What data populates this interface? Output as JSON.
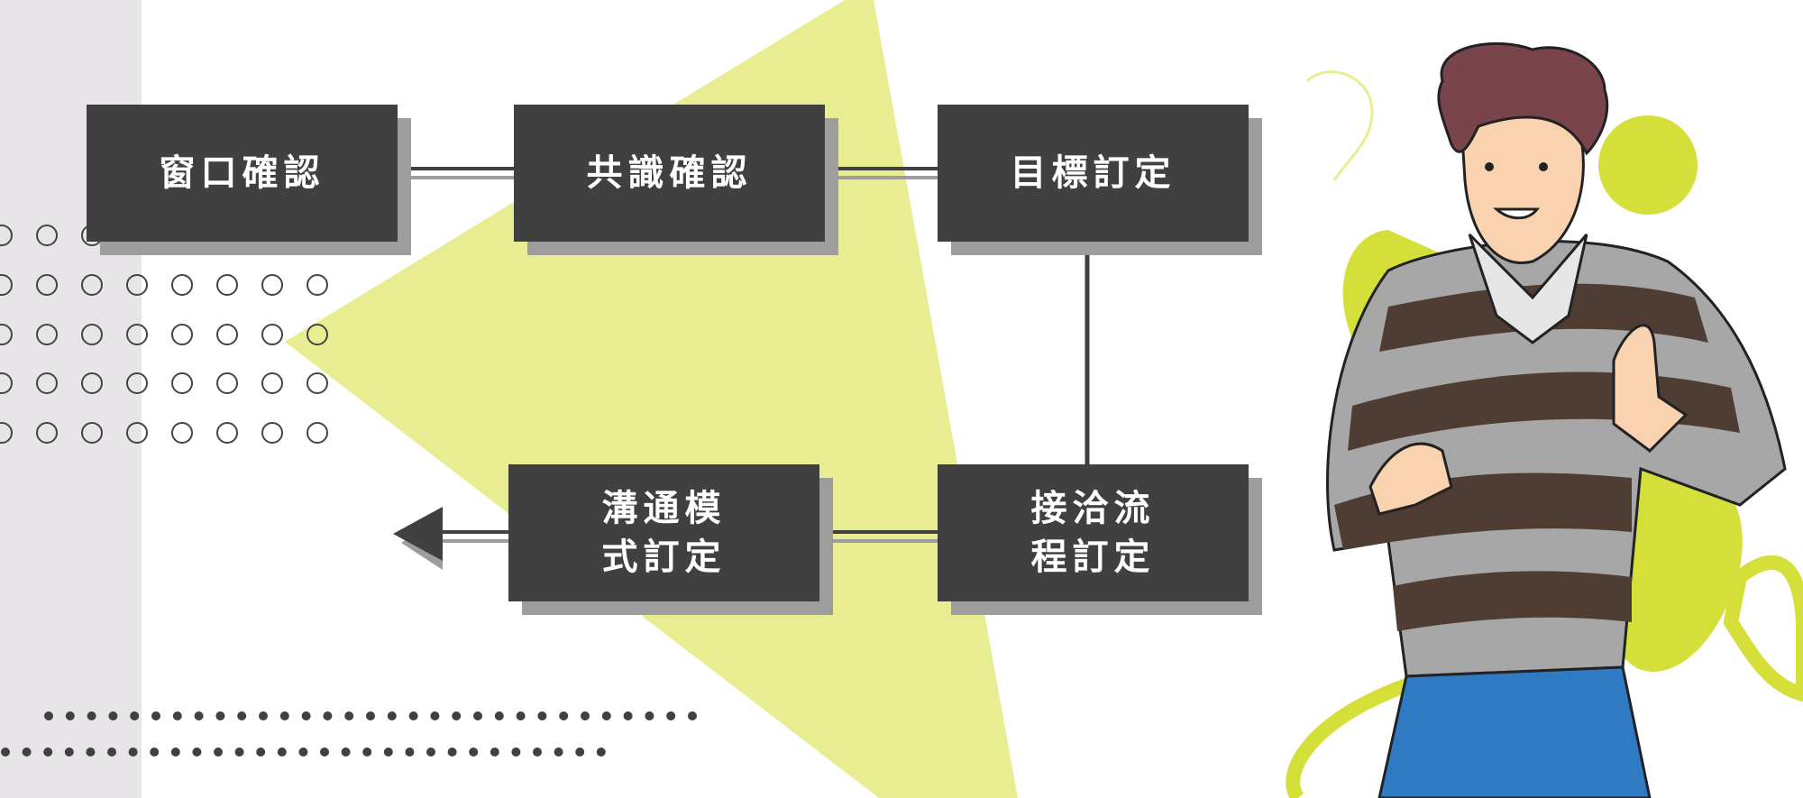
{
  "steps": [
    {
      "id": "window-confirm",
      "lines": [
        "窗口確認"
      ]
    },
    {
      "id": "consensus-confirm",
      "lines": [
        "共識確認"
      ]
    },
    {
      "id": "goal-setting",
      "lines": [
        "目標訂定"
      ]
    },
    {
      "id": "contact-process",
      "lines": [
        "接洽流",
        "程訂定"
      ]
    },
    {
      "id": "communication-mode",
      "lines": [
        "溝通模",
        "式訂定"
      ]
    }
  ],
  "colors": {
    "box": "#404041",
    "shadow": "#9d9d9d",
    "triangle": "#e8ed92",
    "accent": "#d4df3a",
    "strip": "#e7e5e7"
  }
}
